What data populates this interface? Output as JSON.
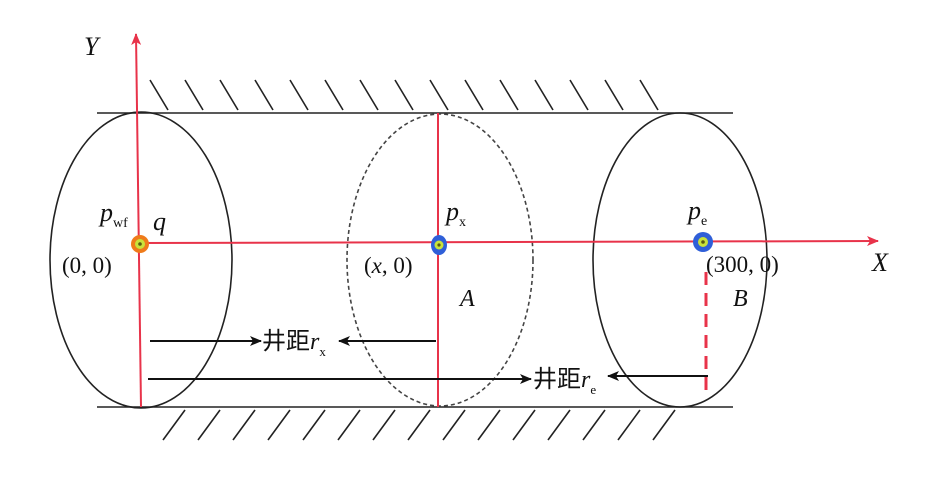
{
  "axes": {
    "y_label": "Y",
    "x_label": "X"
  },
  "points": {
    "origin": {
      "symbol": "p",
      "subscript": "wf",
      "flow_symbol": "q",
      "coord": "(0, 0)"
    },
    "middle": {
      "symbol": "p",
      "subscript": "x",
      "coord_open": "(",
      "coord_var": "x",
      "coord_rest": ", 0)",
      "label": "A"
    },
    "end": {
      "symbol": "p",
      "subscript": "e",
      "coord": "(300,  0)",
      "label": "B"
    }
  },
  "distances": {
    "rx": {
      "prefix": "井距",
      "symbol": "r",
      "subscript": "x"
    },
    "re": {
      "prefix": "井距",
      "symbol": "r",
      "subscript": "e"
    }
  },
  "colors": {
    "axis": "#e8334a",
    "outline": "#222222",
    "arrow": "#111111",
    "marker_blue": "#2f5fd8",
    "marker_orange": "#ef7b1a",
    "marker_core": "#c9e23a",
    "dashed_red": "#e8334a"
  }
}
